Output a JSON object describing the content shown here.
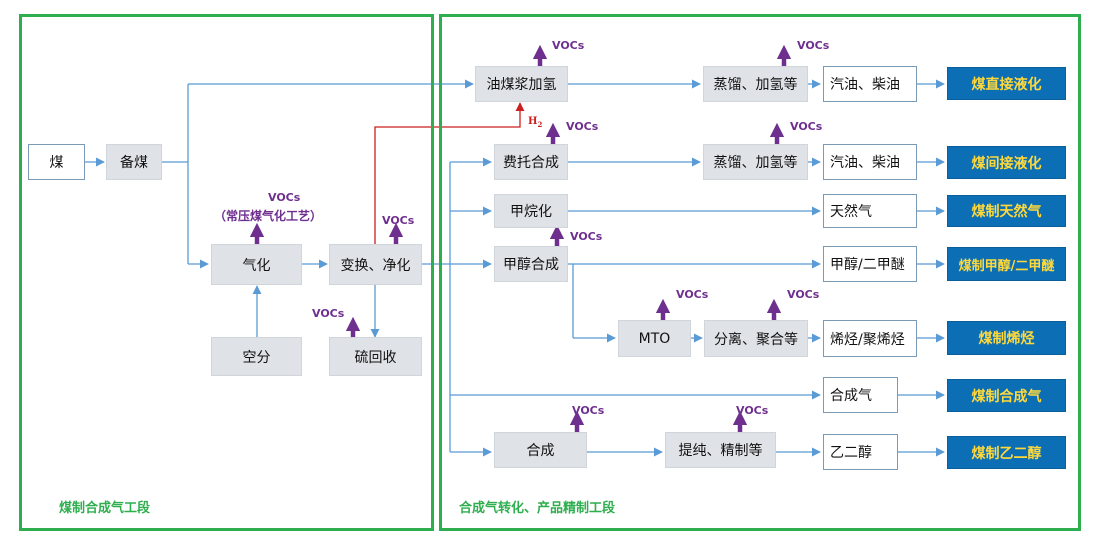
{
  "sections": {
    "left_label": "煤制合成气工段",
    "right_label": "合成气转化、产品精制工段"
  },
  "nodes": {
    "coal": "煤",
    "coal_prep": "备煤",
    "gasification": "气化",
    "air_separation": "空分",
    "shift_purify": "变换、净化",
    "sulfur_recovery": "硫回收",
    "slurry_hydro": "油煤浆加氢",
    "distill_hydro_1": "蒸馏、加氢等",
    "fuel_1": "汽油、柴油",
    "ft_synthesis": "费托合成",
    "distill_hydro_2": "蒸馏、加氢等",
    "fuel_2": "汽油、柴油",
    "methanation": "甲烷化",
    "natural_gas": "天然气",
    "methanol_synthesis": "甲醇合成",
    "methanol_dme": "甲醇/二甲醚",
    "mto": "MTO",
    "separation_poly": "分离、聚合等",
    "olefins": "烯烃/聚烯烃",
    "syngas": "合成气",
    "synthesis": "合成",
    "purify_refine": "提纯、精制等",
    "ethylene_glycol": "乙二醇"
  },
  "products": {
    "direct_liquefaction": "煤直接液化",
    "indirect_liquefaction": "煤间接液化",
    "coal_to_sng": "煤制天然气",
    "coal_to_methanol_dme": "煤制甲醇/二甲醚",
    "coal_to_olefins": "煤制烯烃",
    "coal_to_syngas": "煤制合成气",
    "coal_to_eg": "煤制乙二醇"
  },
  "emissions": {
    "label": "VOCs",
    "gasification_note": "（常压煤气化工艺）"
  },
  "h2_label": {
    "main": "H",
    "sub": "2"
  },
  "colors": {
    "section_border": "#2eae4e",
    "process_box": "#dfe3e8",
    "product_box": "#0c6fb5",
    "product_text": "#ffd93b",
    "flow_arrow": "#5b9bd5",
    "voc_arrow": "#6e2f8f",
    "h2_line": "#cc1f1f"
  }
}
